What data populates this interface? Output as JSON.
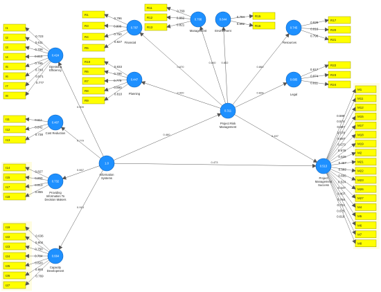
{
  "latent": {
    "oe": {
      "value": "0.424",
      "label": [
        "Operating",
        "Efficiency"
      ]
    },
    "cr": {
      "value": "0.407",
      "label": [
        "Cost Reduction"
      ]
    },
    "pi": {
      "value": "0.732",
      "label": [
        "Providing",
        "Information To",
        "Decision Makers"
      ]
    },
    "cd": {
      "value": "0.664",
      "label": [
        "Capacity",
        "Development"
      ]
    },
    "is": {
      "value": "1.0",
      "label": [
        "Information",
        "Systems"
      ]
    },
    "fin": {
      "value": "0.787",
      "label": [
        "Financial"
      ]
    },
    "mgt": {
      "value": "0.708",
      "label": [
        "Management"
      ]
    },
    "env": {
      "value": "0.644",
      "label": [
        "Environment"
      ]
    },
    "res": {
      "value": "0.745",
      "label": [
        "Resources"
      ]
    },
    "pln": {
      "value": "0.447",
      "label": [
        "Planning"
      ]
    },
    "leg": {
      "value": "0.685",
      "label": [
        "Legal"
      ]
    },
    "prm": {
      "value": "0.311",
      "label": [
        "Project Risk",
        "Management"
      ]
    },
    "pms": {
      "value": "0.513",
      "label": [
        "Project",
        "Management",
        "Success"
      ]
    }
  },
  "indicator_groups": {
    "oe": {
      "items": [
        "I1",
        "I2",
        "I3",
        "I4",
        "I5",
        "I6",
        "I7",
        "I8"
      ],
      "loadings": [
        "0.723",
        "0.611",
        "0.708",
        "0.810",
        "0.765",
        "0.740",
        "0.571",
        "0.777"
      ]
    },
    "cr": {
      "items": [
        "I11",
        "I12",
        "I13"
      ],
      "loadings": [
        "0.811",
        "0.842",
        "0.738"
      ]
    },
    "pi": {
      "items": [
        "I14",
        "I15",
        "I17",
        "I18"
      ],
      "loadings": [
        "0.827",
        "0.850",
        "0.813",
        "0.855"
      ]
    },
    "cd": {
      "items": [
        "I19",
        "I22",
        "I23",
        "I24",
        "I25",
        "I26",
        "I27"
      ],
      "loadings": [
        "0.636",
        "0.802",
        "0.750",
        "0.784",
        "0.820",
        "0.883",
        "0.769"
      ]
    },
    "fin": {
      "items": [
        "R1",
        "R3",
        "R4",
        "R5"
      ],
      "loadings": [
        "0.796",
        "0.806",
        "0.750",
        "0.827"
      ]
    },
    "mgt": {
      "items": [
        "R11",
        "R12",
        "R13"
      ],
      "loadings": [
        "0.769",
        "0.882",
        "0.821"
      ]
    },
    "env": {
      "items": [
        "R15",
        "R16"
      ],
      "loadings": [
        "0.794",
        "0.892"
      ]
    },
    "res": {
      "items": [
        "R17",
        "R20",
        "R21"
      ],
      "loadings": [
        "0.828",
        "0.816",
        "0.796"
      ]
    },
    "pln": {
      "items": [
        "R10",
        "R6",
        "R7",
        "R8",
        "R9"
      ],
      "loadings": [
        "0.833",
        "0.789",
        "0.779",
        "0.890",
        "0.810"
      ]
    },
    "leg": {
      "items": [
        "R22",
        "R23",
        "R24"
      ],
      "loadings": [
        "0.817",
        "0.874",
        "0.811"
      ]
    },
    "pms": {
      "items": [
        "M1",
        "M11",
        "M12",
        "M15",
        "M17",
        "M18",
        "M19",
        "M2",
        "M21",
        "M22",
        "M23",
        "M26",
        "M27",
        "M4",
        "M5",
        "M6",
        "M7",
        "M8"
      ],
      "loadings": [
        "0.599",
        "0.574",
        "0.697",
        "0.578",
        "0.697",
        "0.673",
        "0.678",
        "0.626",
        "0.467",
        "0.582",
        "0.665",
        "0.524",
        "0.447",
        "0.407",
        "0.766",
        "0.722",
        "0.675",
        "0.618"
      ]
    }
  },
  "paths": [
    {
      "from": "is",
      "to": "oe",
      "value": "0.909"
    },
    {
      "from": "is",
      "to": "cr",
      "value": "0.779"
    },
    {
      "from": "is",
      "to": "pi",
      "value": "0.667"
    },
    {
      "from": "is",
      "to": "cd",
      "value": "0.913"
    },
    {
      "from": "is",
      "to": "prm",
      "value": "0.460"
    },
    {
      "from": "is",
      "to": "pms",
      "value": "0.473"
    },
    {
      "from": "prm",
      "to": "fin",
      "value": "0.670"
    },
    {
      "from": "prm",
      "to": "mgt",
      "value": "0.840"
    },
    {
      "from": "prm",
      "to": "env",
      "value": "0.802"
    },
    {
      "from": "prm",
      "to": "res",
      "value": "0.860"
    },
    {
      "from": "prm",
      "to": "pln",
      "value": "0.920"
    },
    {
      "from": "prm",
      "to": "leg",
      "value": "0.828"
    },
    {
      "from": "prm",
      "to": "pms",
      "value": "0.497"
    }
  ]
}
